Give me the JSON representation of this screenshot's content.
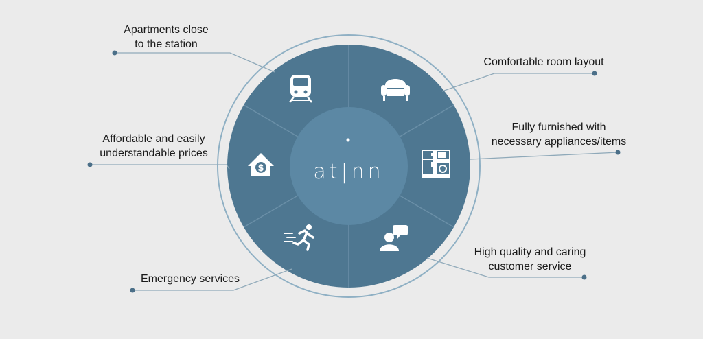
{
  "center": {
    "logo_text": "at|nn"
  },
  "features": [
    {
      "lines": [
        "Apartments close",
        "to the station"
      ],
      "icon": "train-icon"
    },
    {
      "lines": [
        "Comfortable room layout"
      ],
      "icon": "armchair-icon"
    },
    {
      "lines": [
        "Fully furnished with",
        "necessary appliances/items"
      ],
      "icon": "appliances-icon"
    },
    {
      "lines": [
        "High quality and caring",
        "customer service"
      ],
      "icon": "customer-service-icon"
    },
    {
      "lines": [
        "Emergency services"
      ],
      "icon": "running-person-icon"
    },
    {
      "lines": [
        "Affordable and easily",
        "understandable prices"
      ],
      "icon": "house-price-icon"
    }
  ],
  "colors": {
    "background": "#ebebeb",
    "segment": "#4e7791",
    "segment_border": "#6a8fa7",
    "center": "#5c88a4",
    "outer_ring": "#8fb0c4",
    "connector": "#8fa9b9",
    "dot": "#4b6f88",
    "icon": "#ffffff"
  }
}
